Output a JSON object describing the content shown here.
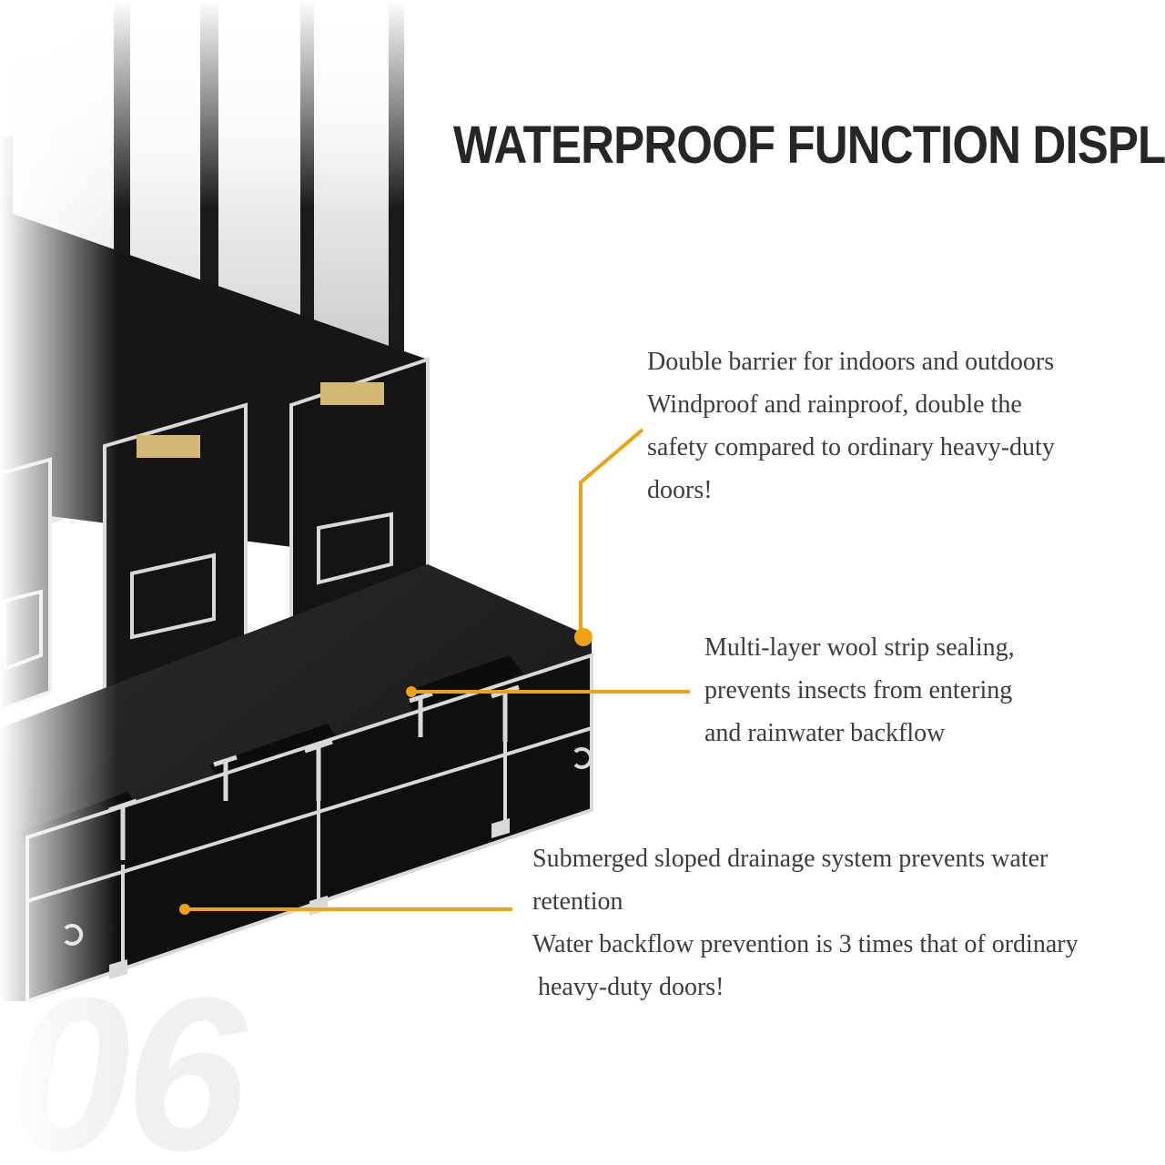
{
  "title": "WATERPROOF FUNCTION DISPLAY",
  "step_number": "06",
  "accent_color": "#f0a116",
  "callouts": [
    {
      "lines": [
        "Double barrier for indoors and outdoors",
        "Windproof and rainproof, double the",
        "safety compared to ordinary heavy-duty",
        "doors!"
      ]
    },
    {
      "lines": [
        "Multi-layer wool strip sealing,",
        "prevents insects from entering",
        "and rainwater backflow"
      ]
    },
    {
      "lines": [
        "Submerged sloped drainage system prevents water",
        "retention",
        "Water backflow prevention is 3 times that of ordinary",
        "heavy-duty doors!"
      ]
    }
  ]
}
